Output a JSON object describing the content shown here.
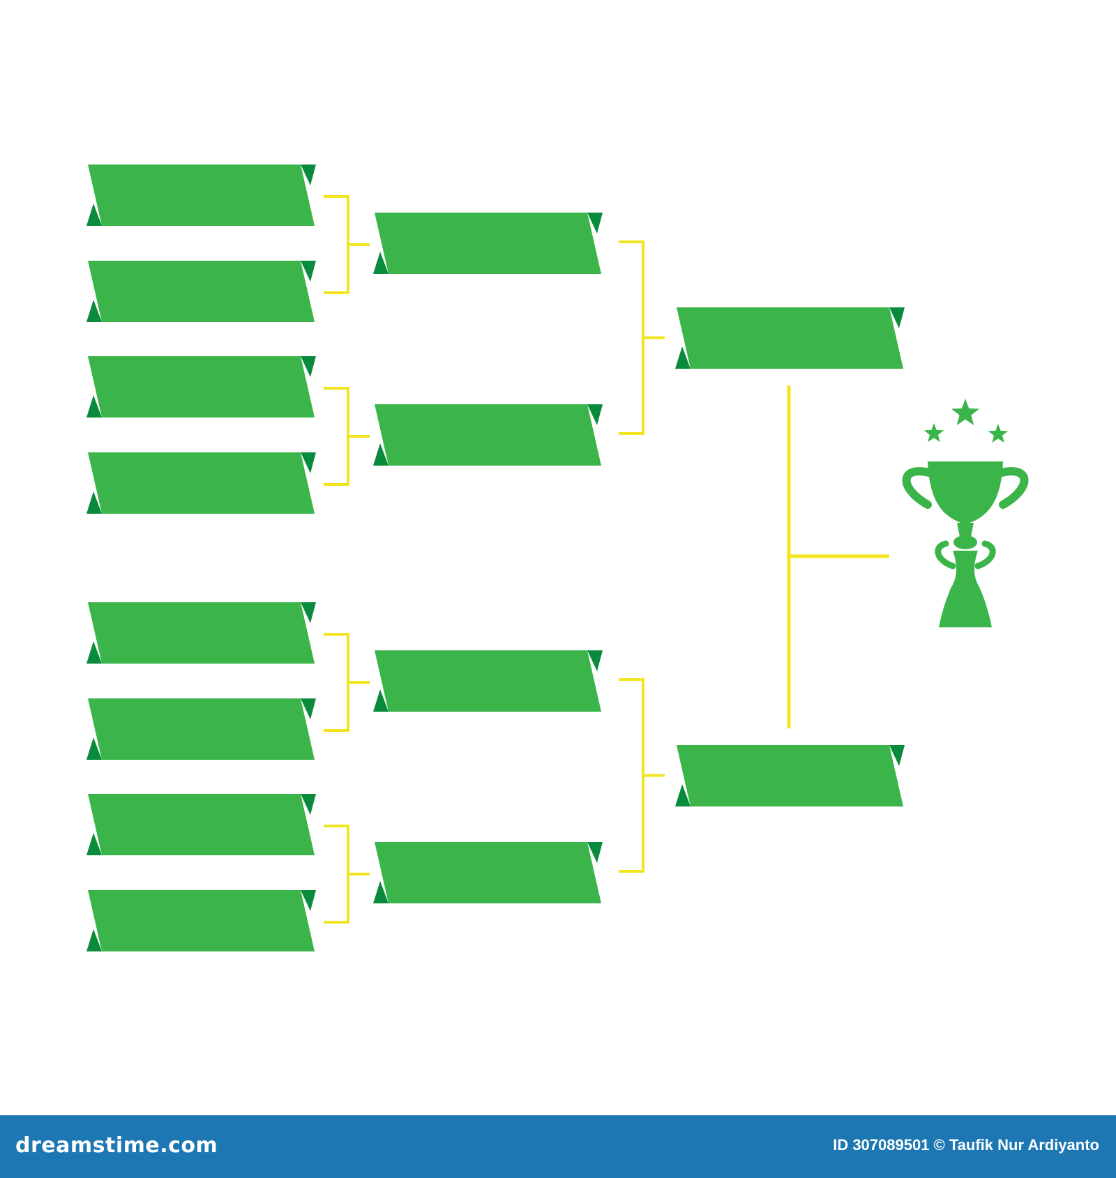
{
  "colors": {
    "banner": "#3bb54a",
    "banner_tip": "#0a8a3c",
    "connector": "#f2e41e",
    "trophy": "#3bb54a",
    "footer": "#1c77b3",
    "background": "#ffffff"
  },
  "bracket": {
    "rounds": [
      {
        "slots": 8
      },
      {
        "slots": 4
      },
      {
        "slots": 2
      }
    ],
    "final_connector": true
  },
  "trophy": {
    "icon": "trophy-icon",
    "stars": 3
  },
  "footer": {
    "brand": "dreamstime.com",
    "credit": "ID 307089501 © Taufik Nur Ardiyanto"
  }
}
